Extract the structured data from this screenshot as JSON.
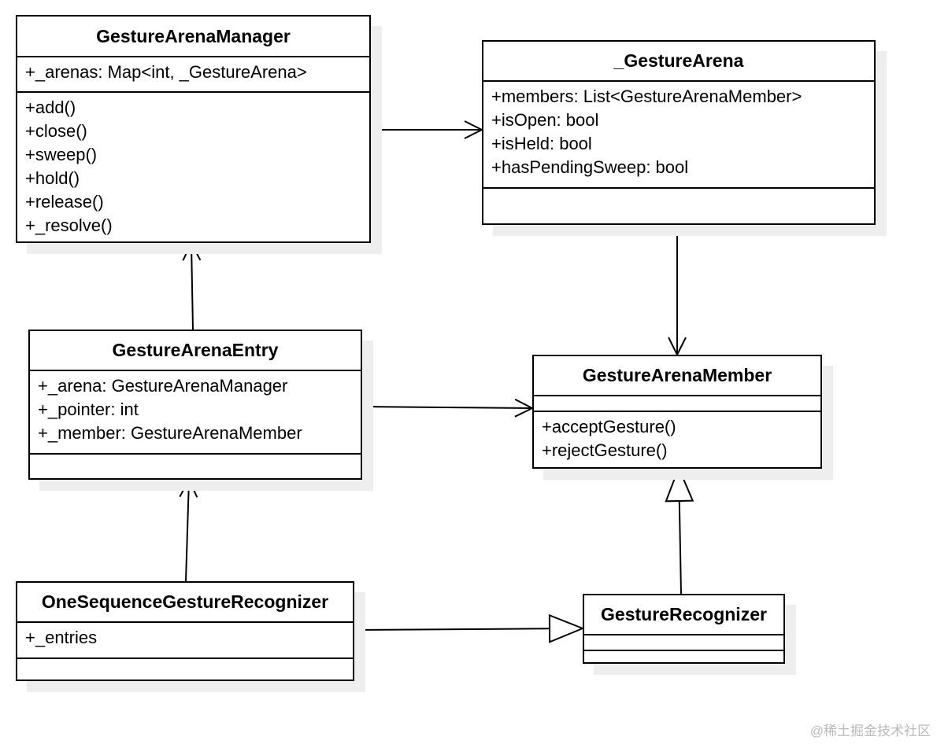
{
  "classes": {
    "manager": {
      "name": "GestureArenaManager",
      "attributes": [
        "+_arenas: Map<int, _GestureArena>"
      ],
      "methods": [
        "+add()",
        "+close()",
        "+sweep()",
        "+hold()",
        "+release()",
        "+_resolve()"
      ]
    },
    "arena": {
      "name": "_GestureArena",
      "attributes": [
        "+members: List<GestureArenaMember>",
        "+isOpen: bool",
        "+isHeld: bool",
        "+hasPendingSweep: bool"
      ],
      "methods": []
    },
    "entry": {
      "name": "GestureArenaEntry",
      "attributes": [
        "+_arena: GestureArenaManager",
        "+_pointer: int",
        "+_member: GestureArenaMember"
      ],
      "methods": []
    },
    "member": {
      "name": "GestureArenaMember",
      "attributes": [],
      "methods": [
        "+acceptGesture()",
        "+rejectGesture()"
      ]
    },
    "oneseq": {
      "name": "OneSequenceGestureRecognizer",
      "attributes": [
        "+_entries"
      ],
      "methods": []
    },
    "recognizer": {
      "name": "GestureRecognizer",
      "attributes": [],
      "methods": []
    }
  },
  "relations": [
    {
      "from": "manager",
      "to": "arena",
      "kind": "association"
    },
    {
      "from": "arena",
      "to": "member",
      "kind": "association"
    },
    {
      "from": "entry",
      "to": "manager",
      "kind": "association"
    },
    {
      "from": "entry",
      "to": "member",
      "kind": "association"
    },
    {
      "from": "oneseq",
      "to": "entry",
      "kind": "association"
    },
    {
      "from": "oneseq",
      "to": "recognizer",
      "kind": "inheritance"
    },
    {
      "from": "recognizer",
      "to": "member",
      "kind": "inheritance"
    }
  ],
  "watermark": "@稀土掘金技术社区"
}
